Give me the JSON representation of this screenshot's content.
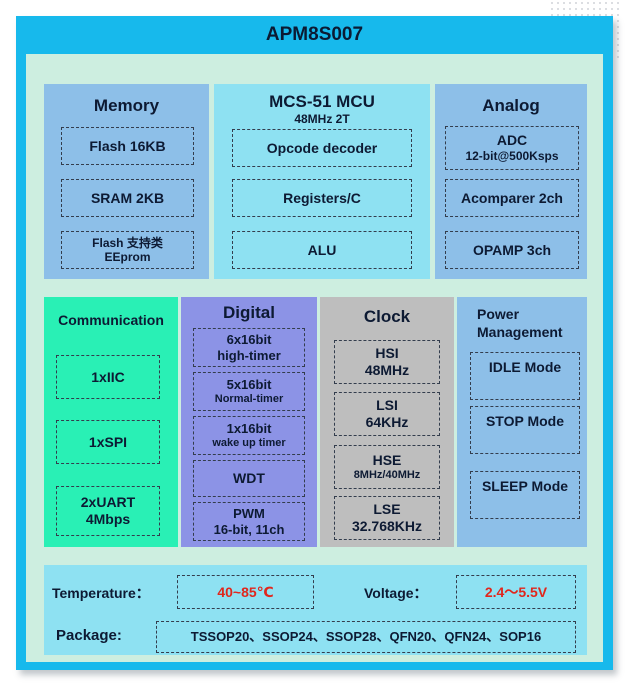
{
  "title": "APM8S007",
  "memory": {
    "header": "Memory",
    "items": [
      "Flash 16KB",
      "SRAM 2KB"
    ],
    "eeprom_line1": "Flash 支持类",
    "eeprom_line2": "EEprom"
  },
  "mcu": {
    "header": "MCS-51 MCU",
    "sub": "48MHz 2T",
    "items": [
      "Opcode decoder",
      "Registers/C",
      "ALU"
    ]
  },
  "analog": {
    "header": "Analog",
    "adc_line1": "ADC",
    "adc_line2": "12-bit@500Ksps",
    "items": [
      "Acomparer 2ch",
      "OPAMP 3ch"
    ]
  },
  "communication": {
    "header": "Communication",
    "items": [
      "1xIIC",
      "1xSPI"
    ],
    "uart_line1": "2xUART",
    "uart_line2": "4Mbps"
  },
  "digital": {
    "header": "Digital",
    "timers": [
      {
        "line1": "6x16bit",
        "line2": "high-timer"
      },
      {
        "line1": "5x16bit",
        "line2": "Normal-timer"
      },
      {
        "line1": "1x16bit",
        "line2": "wake up timer"
      }
    ],
    "wdt": "WDT",
    "pwm_line1": "PWM",
    "pwm_line2": "16-bit, 11ch"
  },
  "clock": {
    "header": "Clock",
    "items": [
      {
        "line1": "HSI",
        "line2": "48MHz"
      },
      {
        "line1": "LSI",
        "line2": "64KHz"
      },
      {
        "line1": "HSE",
        "line2": "8MHz/40MHz"
      },
      {
        "line1": "LSE",
        "line2": "32.768KHz"
      }
    ]
  },
  "power": {
    "header_line1": "Power",
    "header_line2": "Management",
    "items": [
      "IDLE Mode",
      "STOP Mode",
      "SLEEP Mode"
    ]
  },
  "bottom": {
    "temperature_label": "Temperature：",
    "temperature_value": "40~85℃",
    "voltage_label": "Voltage：",
    "voltage_value": "2.4～5.5V",
    "package_label": "Package:",
    "package_value": "TSSOP20、SSOP24、SSOP28、QFN20、QFN24、SOP16"
  },
  "colors": {
    "frame": "#17b9ec",
    "inner": "#cdeee0",
    "memory_analog": "#8dbfe8",
    "mcu": "#8ee1f2",
    "communication": "#29f0b5",
    "digital": "#8c93e6",
    "clock": "#bebebe",
    "power": "#8dbfe8",
    "bottom": "#8ee1f2",
    "value_text": "#e1261c"
  }
}
